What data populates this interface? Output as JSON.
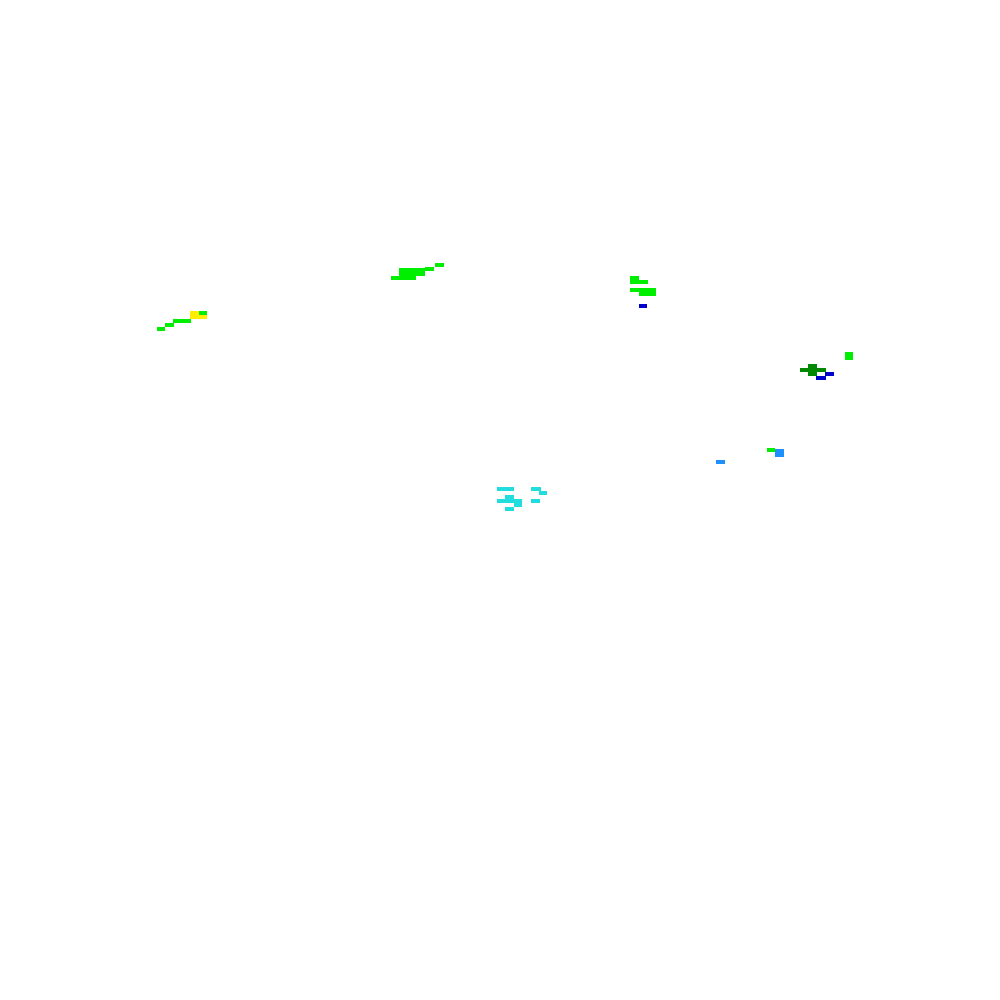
{
  "map": {
    "type": "precipitation-radar-overlay",
    "background_color": "#ffffff",
    "palette": {
      "light_green": "#00ee00",
      "dark_green": "#008800",
      "yellow": "#ffee00",
      "blue": "#0000cc",
      "light_blue": "#1e90ff",
      "cyan": "#22dddd"
    },
    "echo_clusters": [
      {
        "name": "echo-cluster-west",
        "colors": [
          "light_green",
          "yellow"
        ]
      },
      {
        "name": "echo-cluster-north-central",
        "colors": [
          "light_green"
        ]
      },
      {
        "name": "echo-cluster-north-east",
        "colors": [
          "light_green",
          "blue"
        ]
      },
      {
        "name": "echo-cluster-east",
        "colors": [
          "dark_green",
          "light_green",
          "blue"
        ]
      },
      {
        "name": "echo-cluster-east-small",
        "colors": [
          "light_green",
          "light_blue"
        ]
      },
      {
        "name": "echo-cluster-central",
        "colors": [
          "cyan"
        ]
      }
    ]
  }
}
